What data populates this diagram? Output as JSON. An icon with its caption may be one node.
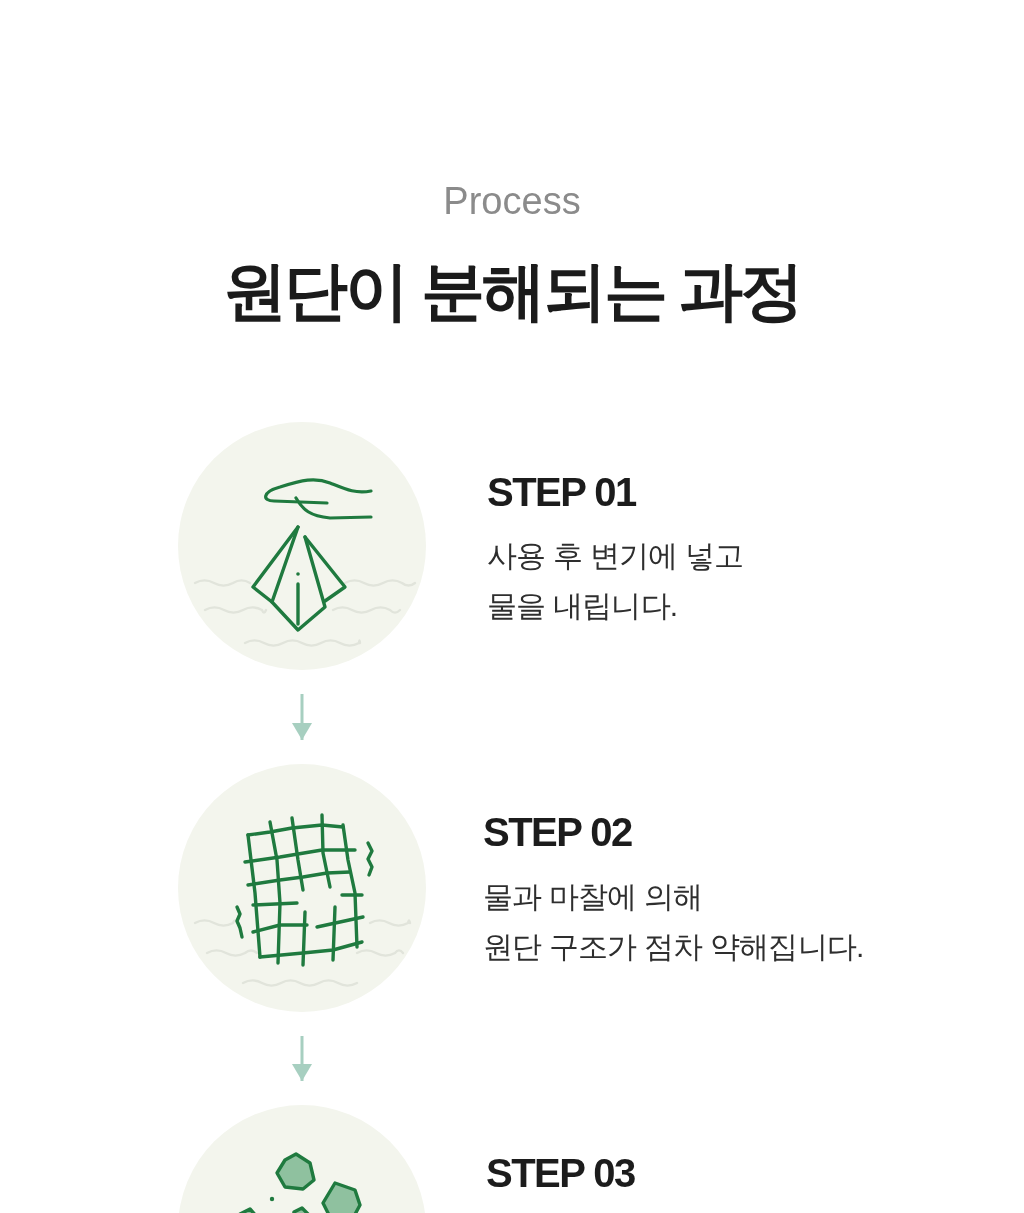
{
  "diagram": {
    "title": "원단이 분해되는 과정",
    "nodes": [
      {
        "text": [],
        "shape": "picture",
        "beside": [
          "STEP 01",
          "사용 후 변기에 넣고 물을 내립니다."
        ]
      },
      {
        "text": [],
        "shape": "picture",
        "beside": [
          "STEP 02",
          "물과 마찰에 의해 원단 구조가 점차 약해집니다."
        ]
      },
      {
        "text": [],
        "shape": "picture",
        "beside": [
          "STEP 03"
        ]
      }
    ],
    "edges": [
      {
        "from": 0,
        "to": 1,
        "arrow": "to"
      },
      {
        "from": 1,
        "to": 2,
        "arrow": "to"
      }
    ],
    "labels": [
      "Process"
    ]
  }
}
